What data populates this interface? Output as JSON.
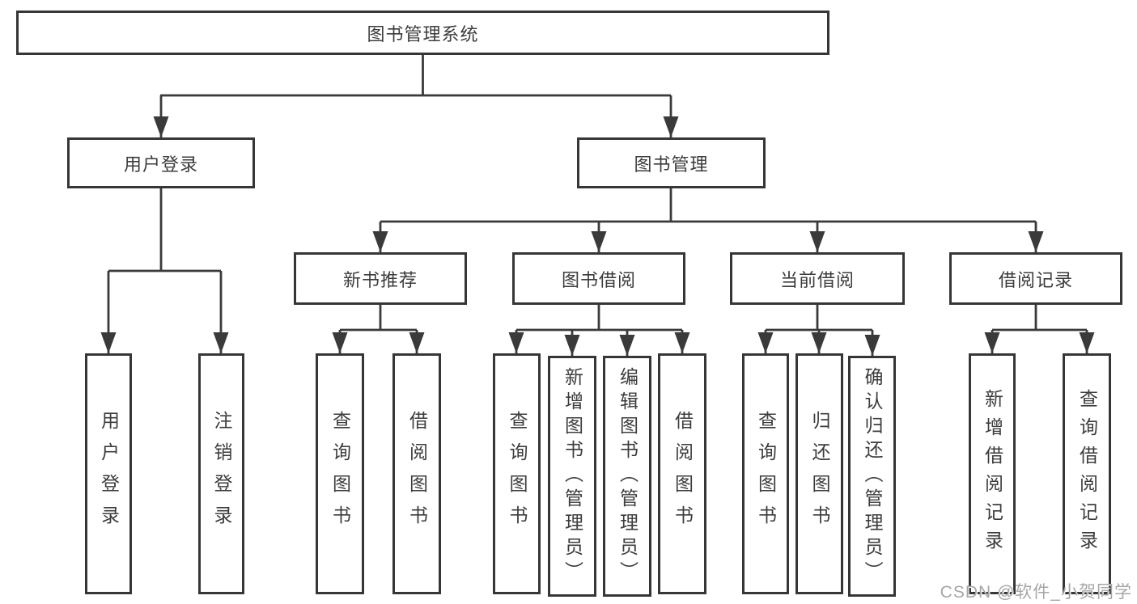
{
  "tree": {
    "label": "图书管理系统",
    "children": [
      {
        "label": "用户登录",
        "children": [
          {
            "label": "用户登录"
          },
          {
            "label": "注销登录"
          }
        ]
      },
      {
        "label": "图书管理",
        "children": [
          {
            "label": "新书推荐",
            "children": [
              {
                "label": "查询图书"
              },
              {
                "label": "借阅图书"
              }
            ]
          },
          {
            "label": "图书借阅",
            "children": [
              {
                "label": "查询图书"
              },
              {
                "label": "新增图书（管理员）"
              },
              {
                "label": "编辑图书（管理员）"
              },
              {
                "label": "借阅图书"
              }
            ]
          },
          {
            "label": "当前借阅",
            "children": [
              {
                "label": "查询图书"
              },
              {
                "label": "归还图书"
              },
              {
                "label": "确认归还（管理员）"
              }
            ]
          },
          {
            "label": "借阅记录",
            "children": [
              {
                "label": "新增借阅记录"
              },
              {
                "label": "查询借阅记录"
              }
            ]
          }
        ]
      }
    ]
  },
  "watermark": "CSDN @软件_小贺同学",
  "colors": {
    "background": "#ffffff",
    "line": "#3a3a3a",
    "box_border": "#363636",
    "box_fill": "#ffffff",
    "text": "#3c3c3c",
    "watermark": "#a6a6a6"
  }
}
